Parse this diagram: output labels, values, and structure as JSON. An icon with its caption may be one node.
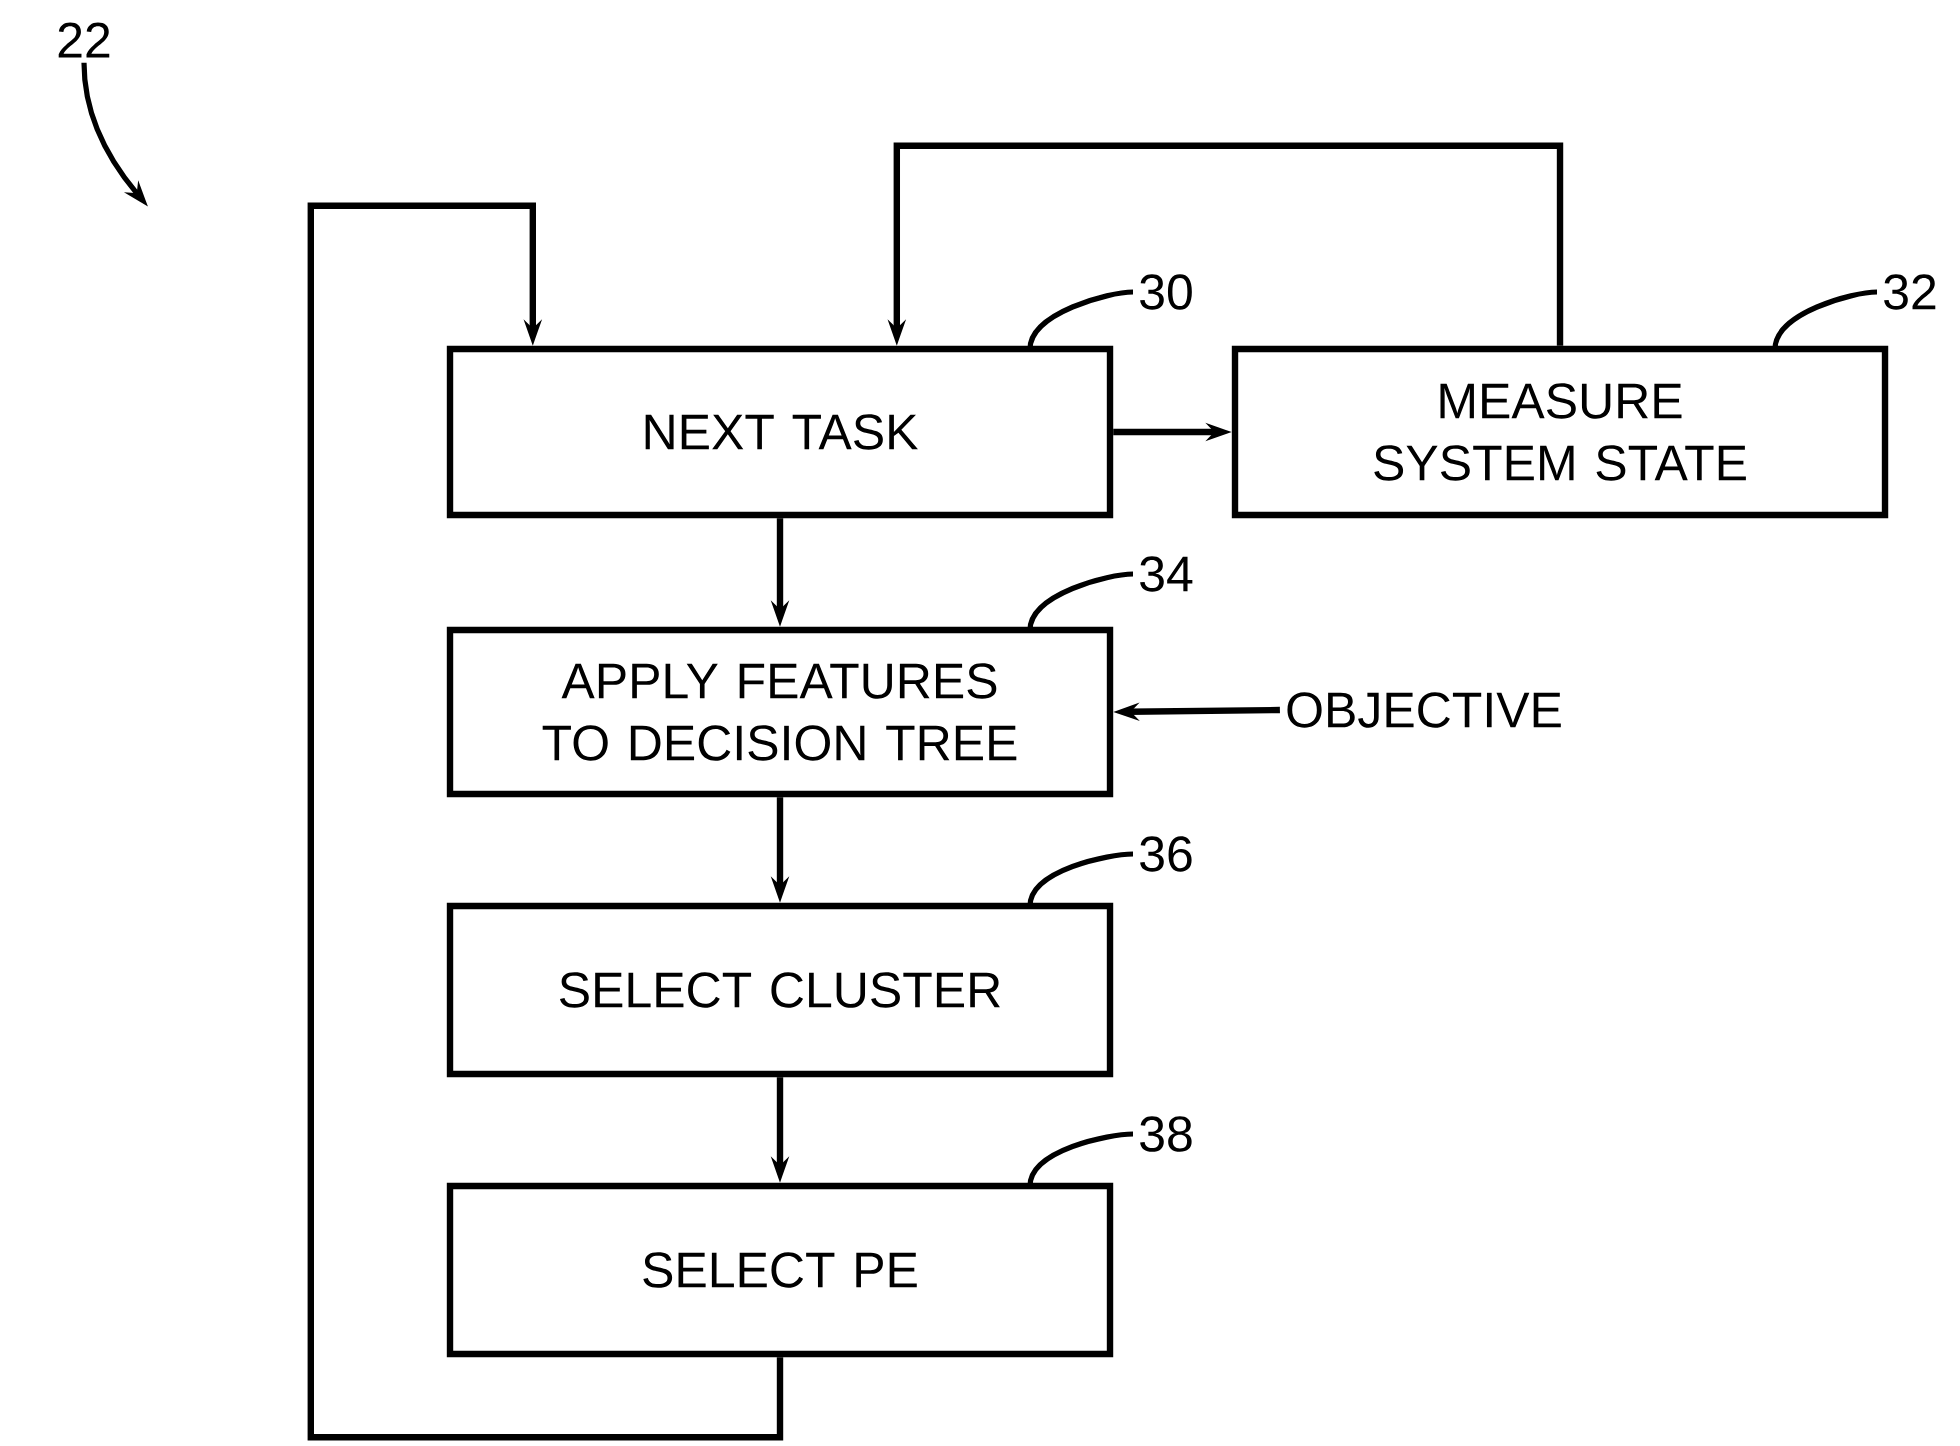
{
  "diagram": {
    "nodes": [
      {
        "text": [
          "NEXT TASK"
        ]
      },
      {
        "text": [
          "MEASURE SYSTEM STATE"
        ]
      },
      {
        "text": [
          "APPLY FEATURES TO DECISION TREE"
        ]
      },
      {
        "text": [
          "SELECT CLUSTER"
        ]
      },
      {
        "text": [
          "SELECT PE"
        ]
      },
      {
        "text": [
          "OBJECTIVE"
        ]
      },
      {
        "text": [
          "22"
        ]
      },
      {
        "text": [
          "30"
        ]
      },
      {
        "text": [
          "32"
        ]
      },
      {
        "text": [
          "34"
        ]
      },
      {
        "text": [
          "36"
        ]
      },
      {
        "text": [
          "38"
        ]
      }
    ],
    "edges": [
      {
        "from": 0,
        "to": 1,
        "arrow": "to"
      },
      {
        "from": 0,
        "to": 2,
        "arrow": "to"
      },
      {
        "from": 2,
        "to": 3,
        "arrow": "to"
      },
      {
        "from": 3,
        "to": 4,
        "arrow": "to"
      },
      {
        "from": 4,
        "to": 0,
        "arrow": "to"
      },
      {
        "from": 1,
        "to": 0,
        "arrow": "to"
      },
      {
        "from": 5,
        "to": 2,
        "arrow": "to"
      },
      {
        "from": 6,
        "to": null,
        "arrow": "to"
      },
      {
        "from": 7,
        "to": 0,
        "arrow": "none"
      },
      {
        "from": 8,
        "to": 1,
        "arrow": "none"
      },
      {
        "from": 9,
        "to": 2,
        "arrow": "none"
      },
      {
        "from": 10,
        "to": 3,
        "arrow": "none"
      },
      {
        "from": 11,
        "to": 4,
        "arrow": "none"
      }
    ]
  }
}
